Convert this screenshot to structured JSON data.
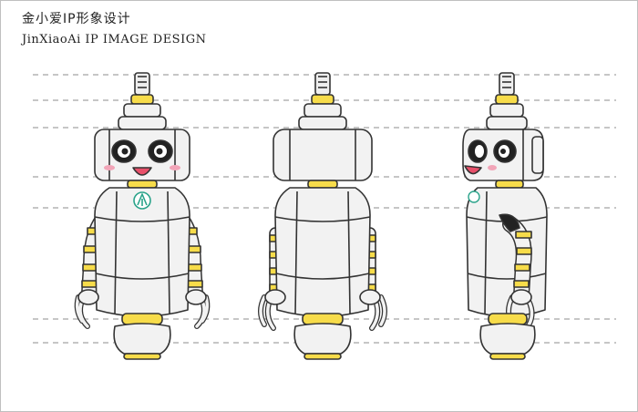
{
  "title_cn": "金小爱IP形象设计",
  "title_en": "JinXiaoAi IP IMAGE DESIGN",
  "colors": {
    "body_fill": "#f2f2f2",
    "outline": "#333333",
    "accent_yellow": "#f7dc4a",
    "guide_line": "#8c8c8c",
    "logo_teal": "#2aa38a",
    "cheek": "#f2a5b8",
    "mouth": "#e8506a"
  },
  "views": [
    {
      "name": "front"
    },
    {
      "name": "back"
    },
    {
      "name": "side"
    }
  ]
}
